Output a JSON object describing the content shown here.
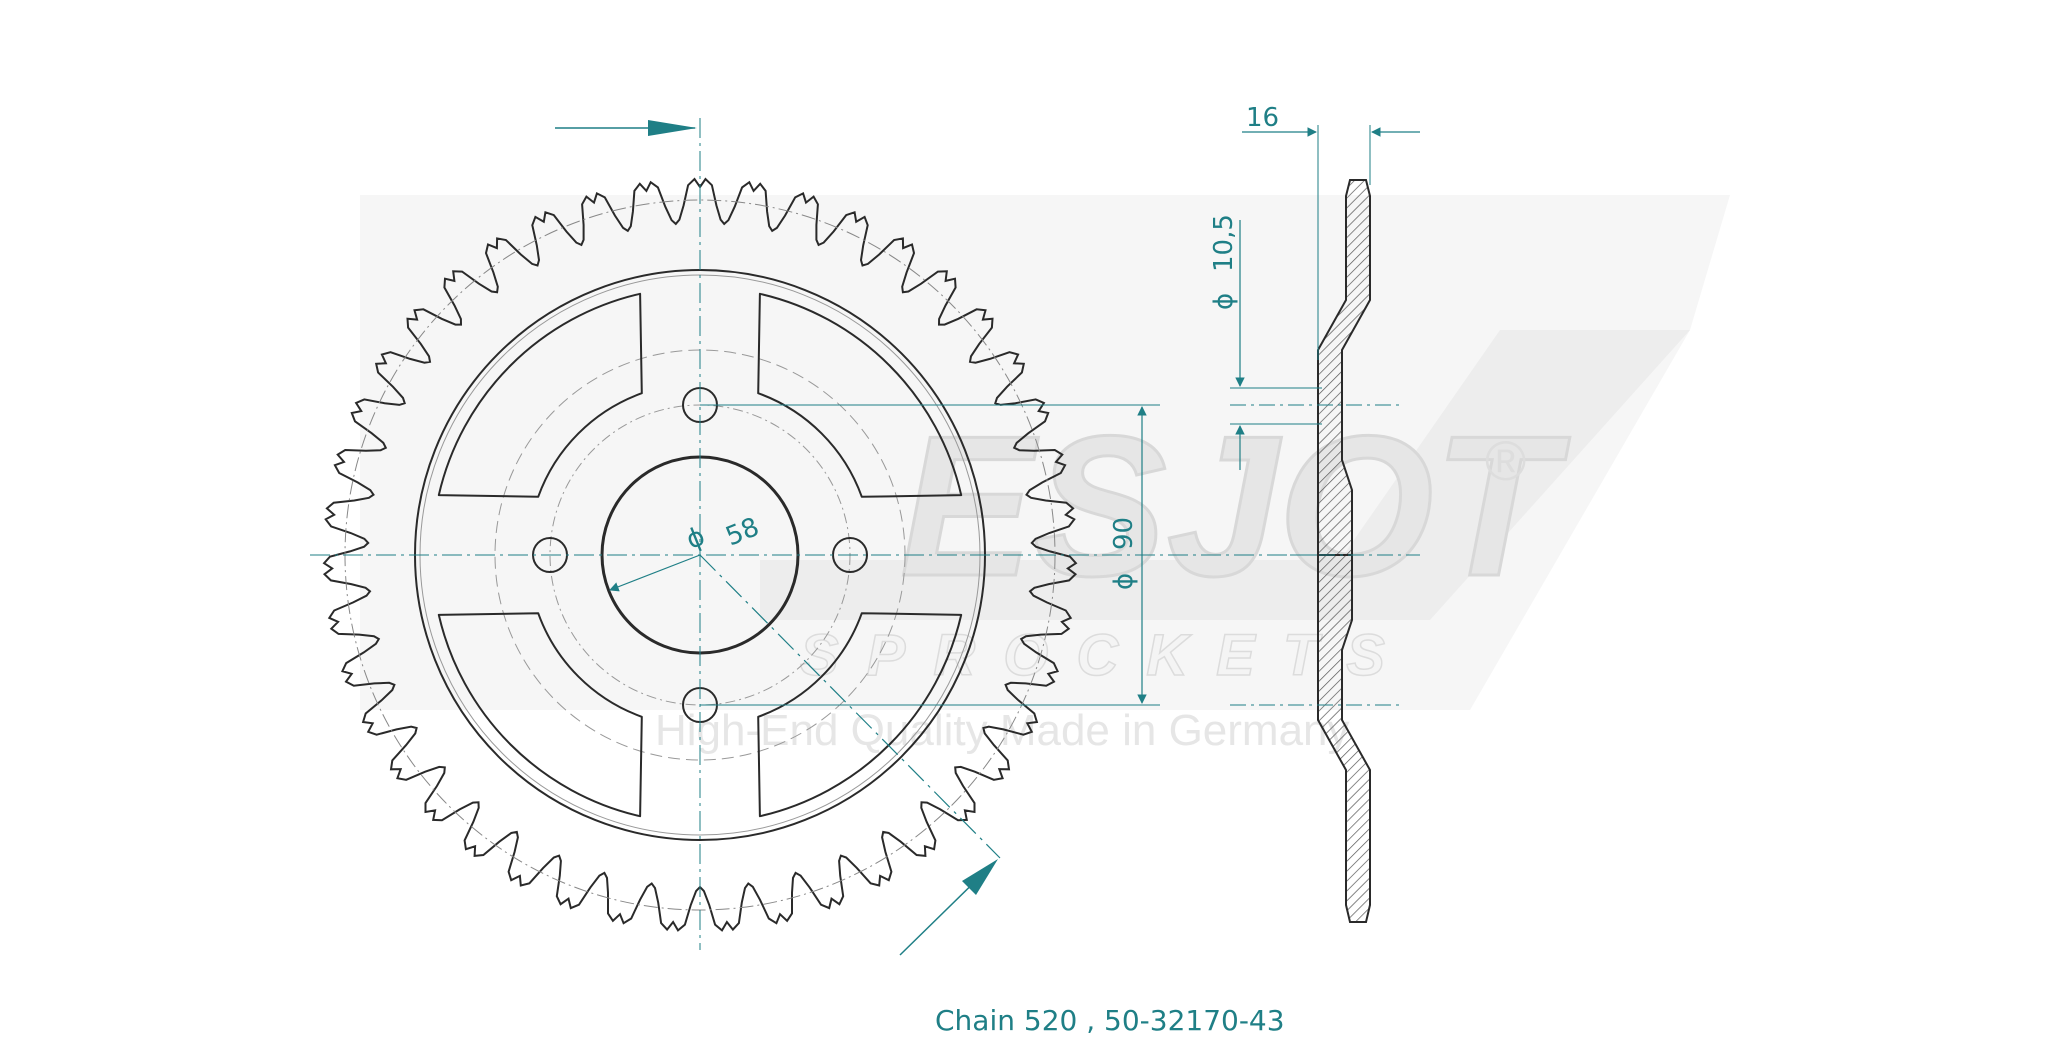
{
  "part": {
    "caption": "Chain 520 , 50-32170-43",
    "teeth": 43
  },
  "dimensions": {
    "bore": "58",
    "bolt_circle": "90",
    "bolt_hole": "10,5",
    "thickness": "16",
    "diameter_symbol": "ϕ"
  },
  "watermark": {
    "brand": "ESJOT",
    "registered": "®",
    "sub": "SPROCKETS",
    "tagline": "High-End Quality Made in Germany"
  },
  "colors": {
    "line": "#2a2a2a",
    "dimension": "#1f7f86",
    "watermark": "#e3e3e3"
  }
}
